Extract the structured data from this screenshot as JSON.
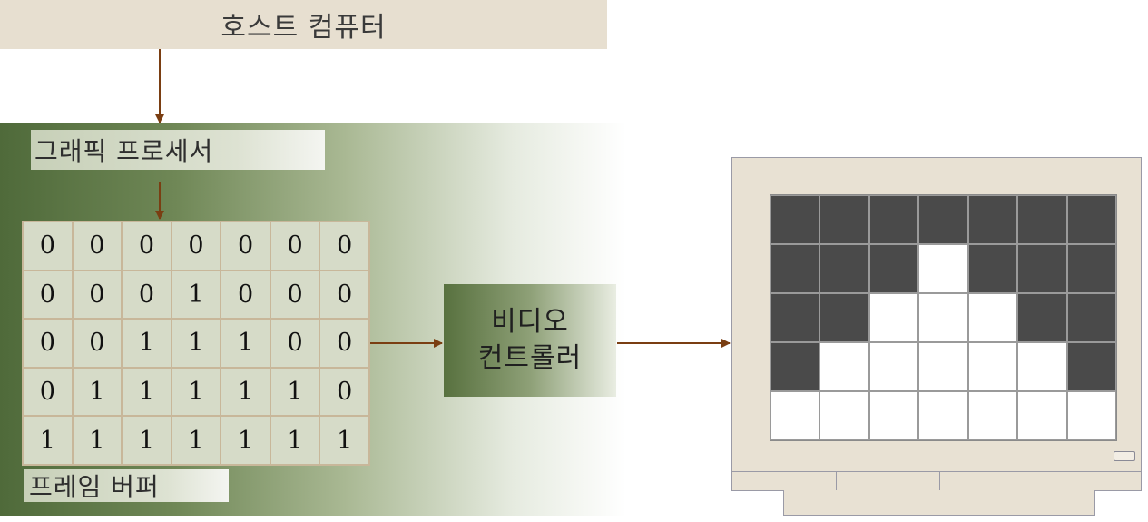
{
  "host_computer": {
    "label": "호스트 컴퓨터"
  },
  "graphics_processor": {
    "label": "그래픽 프로세서"
  },
  "frame_buffer": {
    "label": "프레임 버퍼",
    "rows": [
      [
        "0",
        "0",
        "0",
        "0",
        "0",
        "0",
        "0"
      ],
      [
        "0",
        "0",
        "0",
        "1",
        "0",
        "0",
        "0"
      ],
      [
        "0",
        "0",
        "1",
        "1",
        "1",
        "0",
        "0"
      ],
      [
        "0",
        "1",
        "1",
        "1",
        "1",
        "1",
        "0"
      ],
      [
        "1",
        "1",
        "1",
        "1",
        "1",
        "1",
        "1"
      ]
    ]
  },
  "video_controller": {
    "line1": "비디오",
    "line2": "컨트롤러"
  },
  "monitor": {
    "pixels": [
      [
        0,
        0,
        0,
        0,
        0,
        0,
        0
      ],
      [
        0,
        0,
        0,
        1,
        0,
        0,
        0
      ],
      [
        0,
        0,
        1,
        1,
        1,
        0,
        0
      ],
      [
        0,
        1,
        1,
        1,
        1,
        1,
        0
      ],
      [
        1,
        1,
        1,
        1,
        1,
        1,
        1
      ]
    ]
  },
  "colors": {
    "arrow": "#7a3e12",
    "pixel_on": "#ffffff",
    "pixel_off": "#4a4a4a"
  }
}
